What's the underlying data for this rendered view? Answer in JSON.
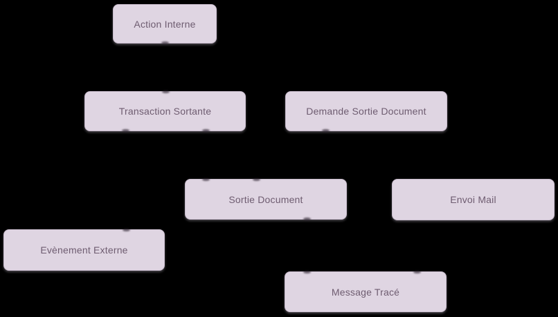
{
  "diagram": {
    "background_color": "#000000",
    "node_fill_color": "#dfd5e2",
    "node_border_color": "#c9bccd",
    "node_text_color": "#6e5c70",
    "nodes": [
      {
        "label": "Action Interne"
      },
      {
        "label": "Transaction Sortante"
      },
      {
        "label": "Demande Sortie Document"
      },
      {
        "label": "Sortie Document"
      },
      {
        "label": "Envoi Mail"
      },
      {
        "label": "Evènement Externe"
      },
      {
        "label": "Message Tracé"
      }
    ]
  }
}
